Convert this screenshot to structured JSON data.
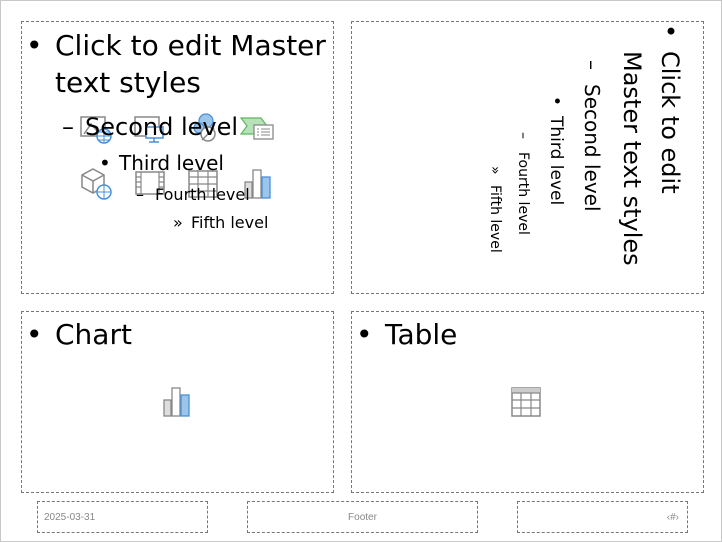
{
  "content_placeholder": {
    "levels": [
      {
        "bullet": "•",
        "text_line1": "Click to edit Master",
        "text_line2": "text styles"
      },
      {
        "bullet": "–",
        "text": "Second level"
      },
      {
        "bullet": "•",
        "text": "Third level"
      },
      {
        "bullet": "–",
        "text": "Fourth level"
      },
      {
        "bullet": "»",
        "text": "Fifth level"
      }
    ],
    "insert_icons": [
      "online-picture-icon",
      "screenshot-icon",
      "icon-insert-icon",
      "smartart-icon",
      "3d-model-icon",
      "video-icon",
      "table-icon",
      "chart-icon"
    ]
  },
  "vertical_placeholder": {
    "levels": [
      {
        "bullet": "•",
        "text_line1": "Click to edit",
        "text_line2": "Master text styles"
      },
      {
        "bullet": "–",
        "text": "Second level"
      },
      {
        "bullet": "•",
        "text": "Third level"
      },
      {
        "bullet": "–",
        "text": "Fourth level"
      },
      {
        "bullet": "»",
        "text": "Fifth level"
      }
    ]
  },
  "chart_placeholder": {
    "bullet": "•",
    "text": "Chart",
    "icon": "chart-icon"
  },
  "table_placeholder": {
    "bullet": "•",
    "text": "Table",
    "icon": "table-icon"
  },
  "footer": {
    "date": "2025-03-31",
    "footer": "Footer",
    "slide_number": "‹#›"
  }
}
